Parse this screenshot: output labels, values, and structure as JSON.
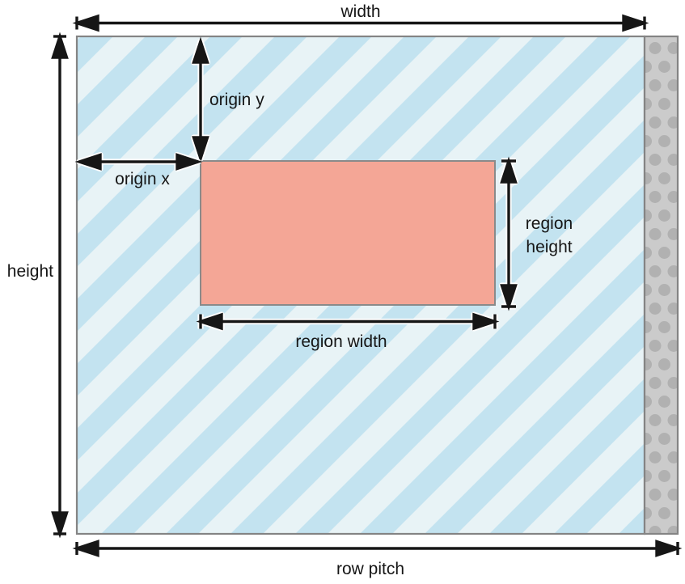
{
  "diagram": {
    "labels": {
      "width": "width",
      "height": "height",
      "origin_x": "origin x",
      "origin_y": "origin y",
      "region_width": "region width",
      "region_height_lines": [
        "region",
        "height"
      ],
      "row_pitch": "row pitch"
    },
    "colors": {
      "stripe_dark": "#c3e3f0",
      "stripe_light": "#e8f3f6",
      "region_fill": "#f4a696",
      "region_border": "#8a8a8a",
      "outer_border": "#848484",
      "dot_strip_bg": "#cbcbcb",
      "dot_strip_dot": "#b1b1b1",
      "arrow_ink": "#161616",
      "background": "#ffffff"
    }
  }
}
